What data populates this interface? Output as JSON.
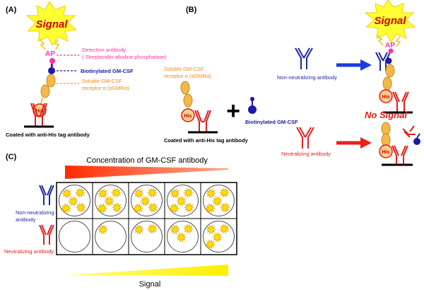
{
  "panels": {
    "a": {
      "label": "(A)"
    },
    "b": {
      "label": "(B)"
    },
    "c": {
      "label": "(C)"
    }
  },
  "signal_text": "Signal",
  "ap_text": "AP",
  "his_text": "His",
  "panel_a": {
    "detection_antibody": "Detection antibody",
    "detection_antibody_detail": "( Streptavidin-alkaline phosphatase)",
    "biotinylated": "Biotinylated GM-CSF",
    "soluble_receptor_line1": "Soluble GM-CSF",
    "soluble_receptor_line2": "receptor α (sGMRα)",
    "coated": "Coated with anti-His tag antibody"
  },
  "panel_b": {
    "soluble_receptor_line1": "Soluble GM-CSF",
    "soluble_receptor_line2": "receptor α (sGMRα)",
    "plus": "+",
    "biotinylated": "Biotinylated GM-CSF",
    "coated": "Coated with anti-His tag antibody",
    "non_neutralizing": "Non-neutralizing antibody",
    "neutralizing": "Neutralizing antibody",
    "no_signal": "No Signal"
  },
  "panel_c": {
    "concentration_title": "Concentration of GM-CSF antibody",
    "row1_label_line1": "Non-neutralizing",
    "row1_label_line2": "antibody",
    "row2_label": "Neutralizing antibody",
    "signal_label": "Signal",
    "row1_burst_counts": [
      5,
      5,
      5,
      5,
      5
    ],
    "row2_burst_counts": [
      0,
      1,
      2,
      3,
      4
    ]
  },
  "colors": {
    "signal_burst": "#ffff33",
    "signal_text": "#cc0000",
    "detection": "#ff33aa",
    "biotin": "#1a1aa6",
    "receptor": "#f3b84a",
    "his_red": "#e31b1b",
    "non_neutralizing": "#1a2a9e",
    "neutralizing": "#e02020",
    "arrow_blue": "#1a3ae0",
    "arrow_red": "#e82020",
    "burst_small": "#ffdd00"
  }
}
